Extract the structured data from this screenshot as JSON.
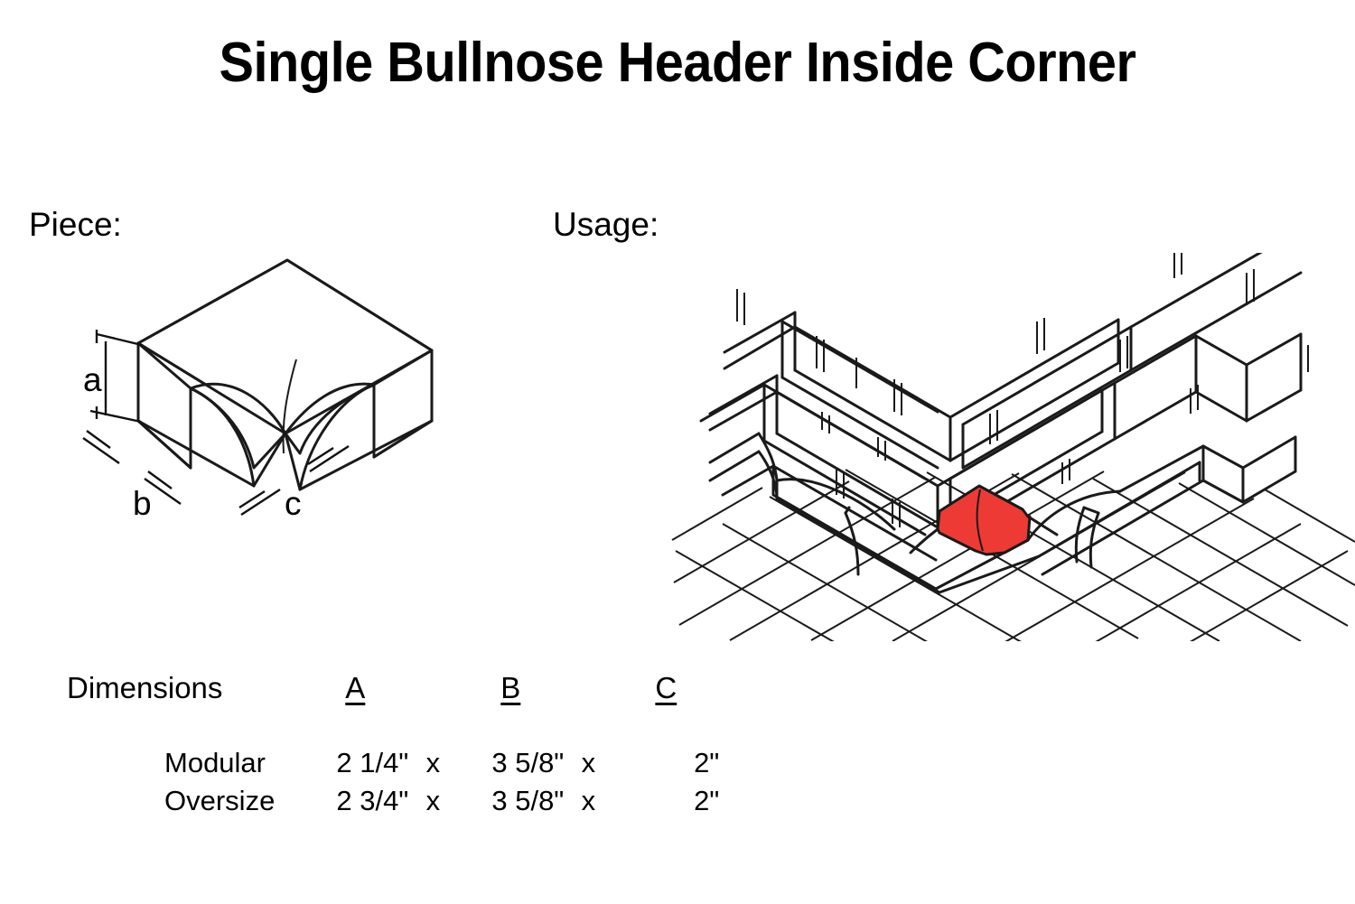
{
  "title": "Single Bullnose Header Inside Corner",
  "sections": {
    "piece_label": "Piece:",
    "usage_label": "Usage:"
  },
  "piece_diagram": {
    "dimension_letters": {
      "a": "a",
      "b": "b",
      "c": "c"
    }
  },
  "usage_diagram": {
    "highlight_color": "#EE3A35",
    "highlight_piece_name": "single-bullnose-header-inside-corner",
    "wall_line_color": "#1A1A1A",
    "floor_line_color": "#1A1A1A"
  },
  "dimensions": {
    "title": "Dimensions",
    "columns": [
      "A",
      "B",
      "C"
    ],
    "separator": "x",
    "rows": [
      {
        "name": "Modular",
        "a": "2 1/4\"",
        "b": "3 5/8\"",
        "c": "2\""
      },
      {
        "name": "Oversize",
        "a": "2 3/4\"",
        "b": "3 5/8\"",
        "c": "2\""
      }
    ]
  }
}
